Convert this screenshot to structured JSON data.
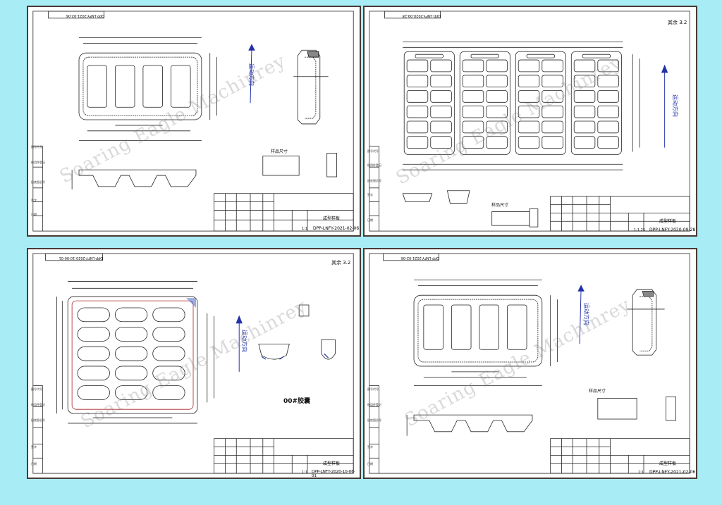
{
  "watermark": "Soaring Eagle Machinrey",
  "colors": {
    "background": "#a8ecf6",
    "frame": "#4a3a36",
    "motion": "#2233aa"
  },
  "sheets": [
    {
      "code": "DPP-LNFY-2021-02-06",
      "code_flipped": "DPP-LNFY-2021-02-06",
      "title_block_name": "成型样板",
      "scale": "1:1",
      "motion": "运动方向",
      "sample_label": "样品尺寸",
      "corner_note": "",
      "extra": "",
      "side_labels": [
        "图号代号",
        "借用件登记",
        "旧底图总号",
        "签字",
        "日期"
      ]
    },
    {
      "code": "DPP-LNFY-2020-09-28",
      "code_flipped": "DPP-LNFY-2020-09-28",
      "title_block_name": "成型样板",
      "scale": "1:1.25",
      "motion": "运动方向",
      "sample_label": "样品尺寸",
      "corner_note": "其余 3.2",
      "extra": "",
      "side_labels": [
        "图号代号",
        "借用件登记",
        "旧底图总号",
        "签字",
        "日期"
      ]
    },
    {
      "code": "DPP-LNFY-2020-10-06-01",
      "code_flipped": "DPP-LNFY-2020-10-06-01",
      "title_block_name": "成型样板",
      "scale": "1:1",
      "motion": "运动方向",
      "sample_label": "",
      "corner_note": "其余 3.2",
      "extra": "00#胶囊",
      "side_labels": [
        "图号代号",
        "借用件登记",
        "旧底图总号",
        "签字",
        "日期"
      ]
    },
    {
      "code": "DPP-LNFY-2021-02-06",
      "code_flipped": "DPP-LNFY-2021-02-06",
      "title_block_name": "成型样板",
      "scale": "1:1",
      "motion": "运动方向",
      "sample_label": "样品尺寸",
      "corner_note": "",
      "extra": "",
      "side_labels": [
        "图号代号",
        "借用件登记",
        "旧底图总号",
        "签字",
        "日期"
      ]
    }
  ]
}
